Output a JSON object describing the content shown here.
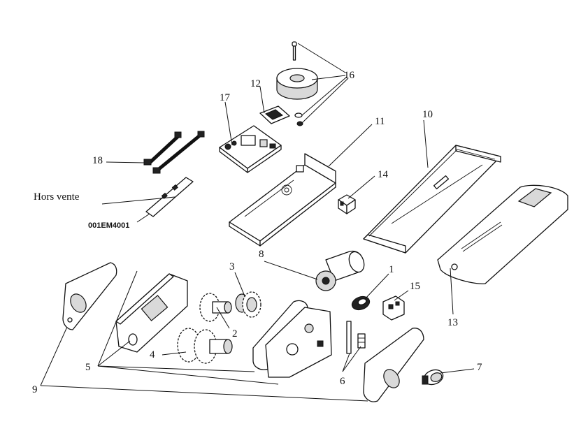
{
  "callouts": {
    "c1": "1",
    "c2": "2",
    "c3": "3",
    "c4": "4",
    "c5": "5",
    "c6": "6",
    "c7": "7",
    "c8": "8",
    "c9": "9",
    "c10": "10",
    "c11": "11",
    "c12": "12",
    "c13": "13",
    "c14": "14",
    "c15": "15",
    "c16": "16",
    "c17": "17",
    "c18": "18"
  },
  "hors_vente": "Hors vente",
  "part_code": "001EM4001"
}
